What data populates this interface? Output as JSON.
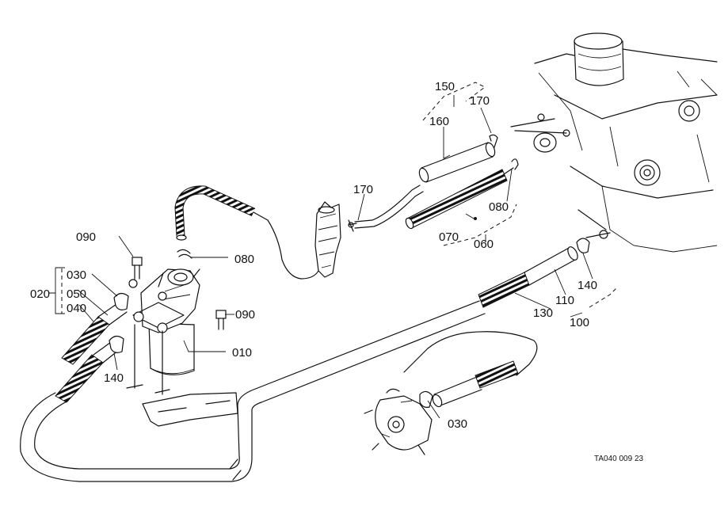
{
  "diagram": {
    "callouts": {
      "p010": "010",
      "p020": "020",
      "p030_left": "030",
      "p030_bottom": "030",
      "p040": "040",
      "p050": "050",
      "p060": "060",
      "p070": "070",
      "p080_filter": "080",
      "p080_right": "080",
      "p090_top": "090",
      "p090_right": "090",
      "p100": "100",
      "p110": "110",
      "p130": "130",
      "p140_left": "140",
      "p140_right": "140",
      "p150": "150",
      "p160": "160",
      "p170_left": "170",
      "p170_right": "170"
    },
    "drawing_id": "TA040 009 23"
  }
}
